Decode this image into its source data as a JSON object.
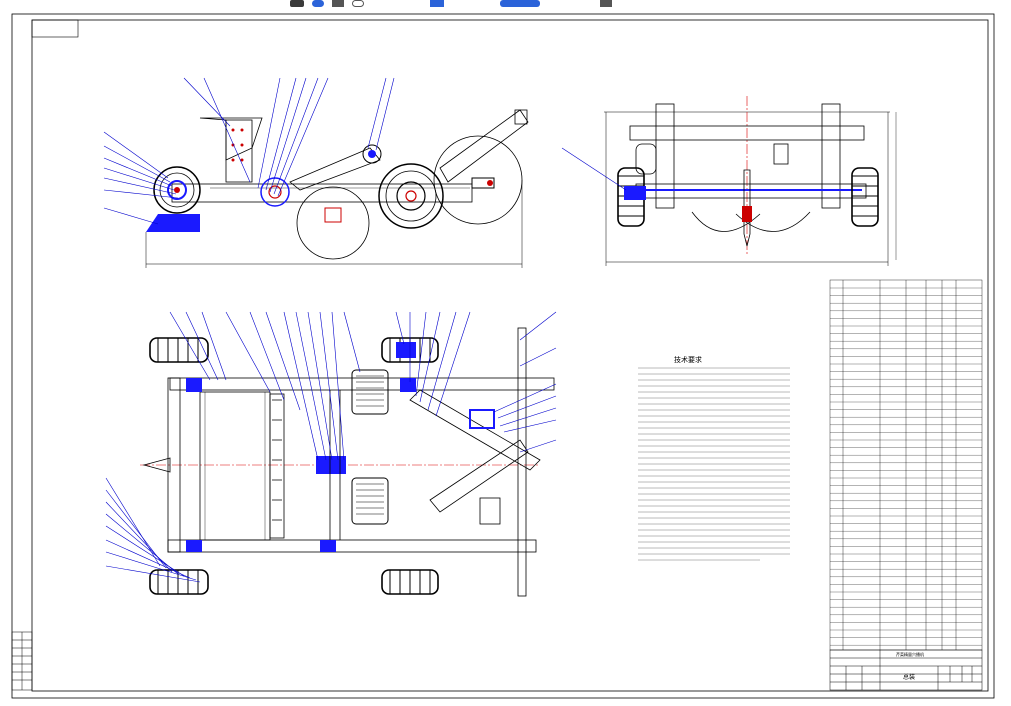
{
  "document": {
    "tech_heading": "技术要求",
    "drawing_title": "总装",
    "machine_title": "芹菜精量穴播机"
  },
  "colors": {
    "outline": "#000000",
    "leader": "#0000cc",
    "part_blue": "#1a1aff",
    "part_red": "#cc0000",
    "centerline": "#dd0000",
    "toolbar_blue": "#2b63d9"
  },
  "icons": [
    "toolbar-select-icon",
    "toolbar-zoom-icon",
    "toolbar-pan-icon",
    "toolbar-rotate-icon",
    "toolbar-measure-icon",
    "toolbar-layer-icon",
    "toolbar-print-icon"
  ]
}
